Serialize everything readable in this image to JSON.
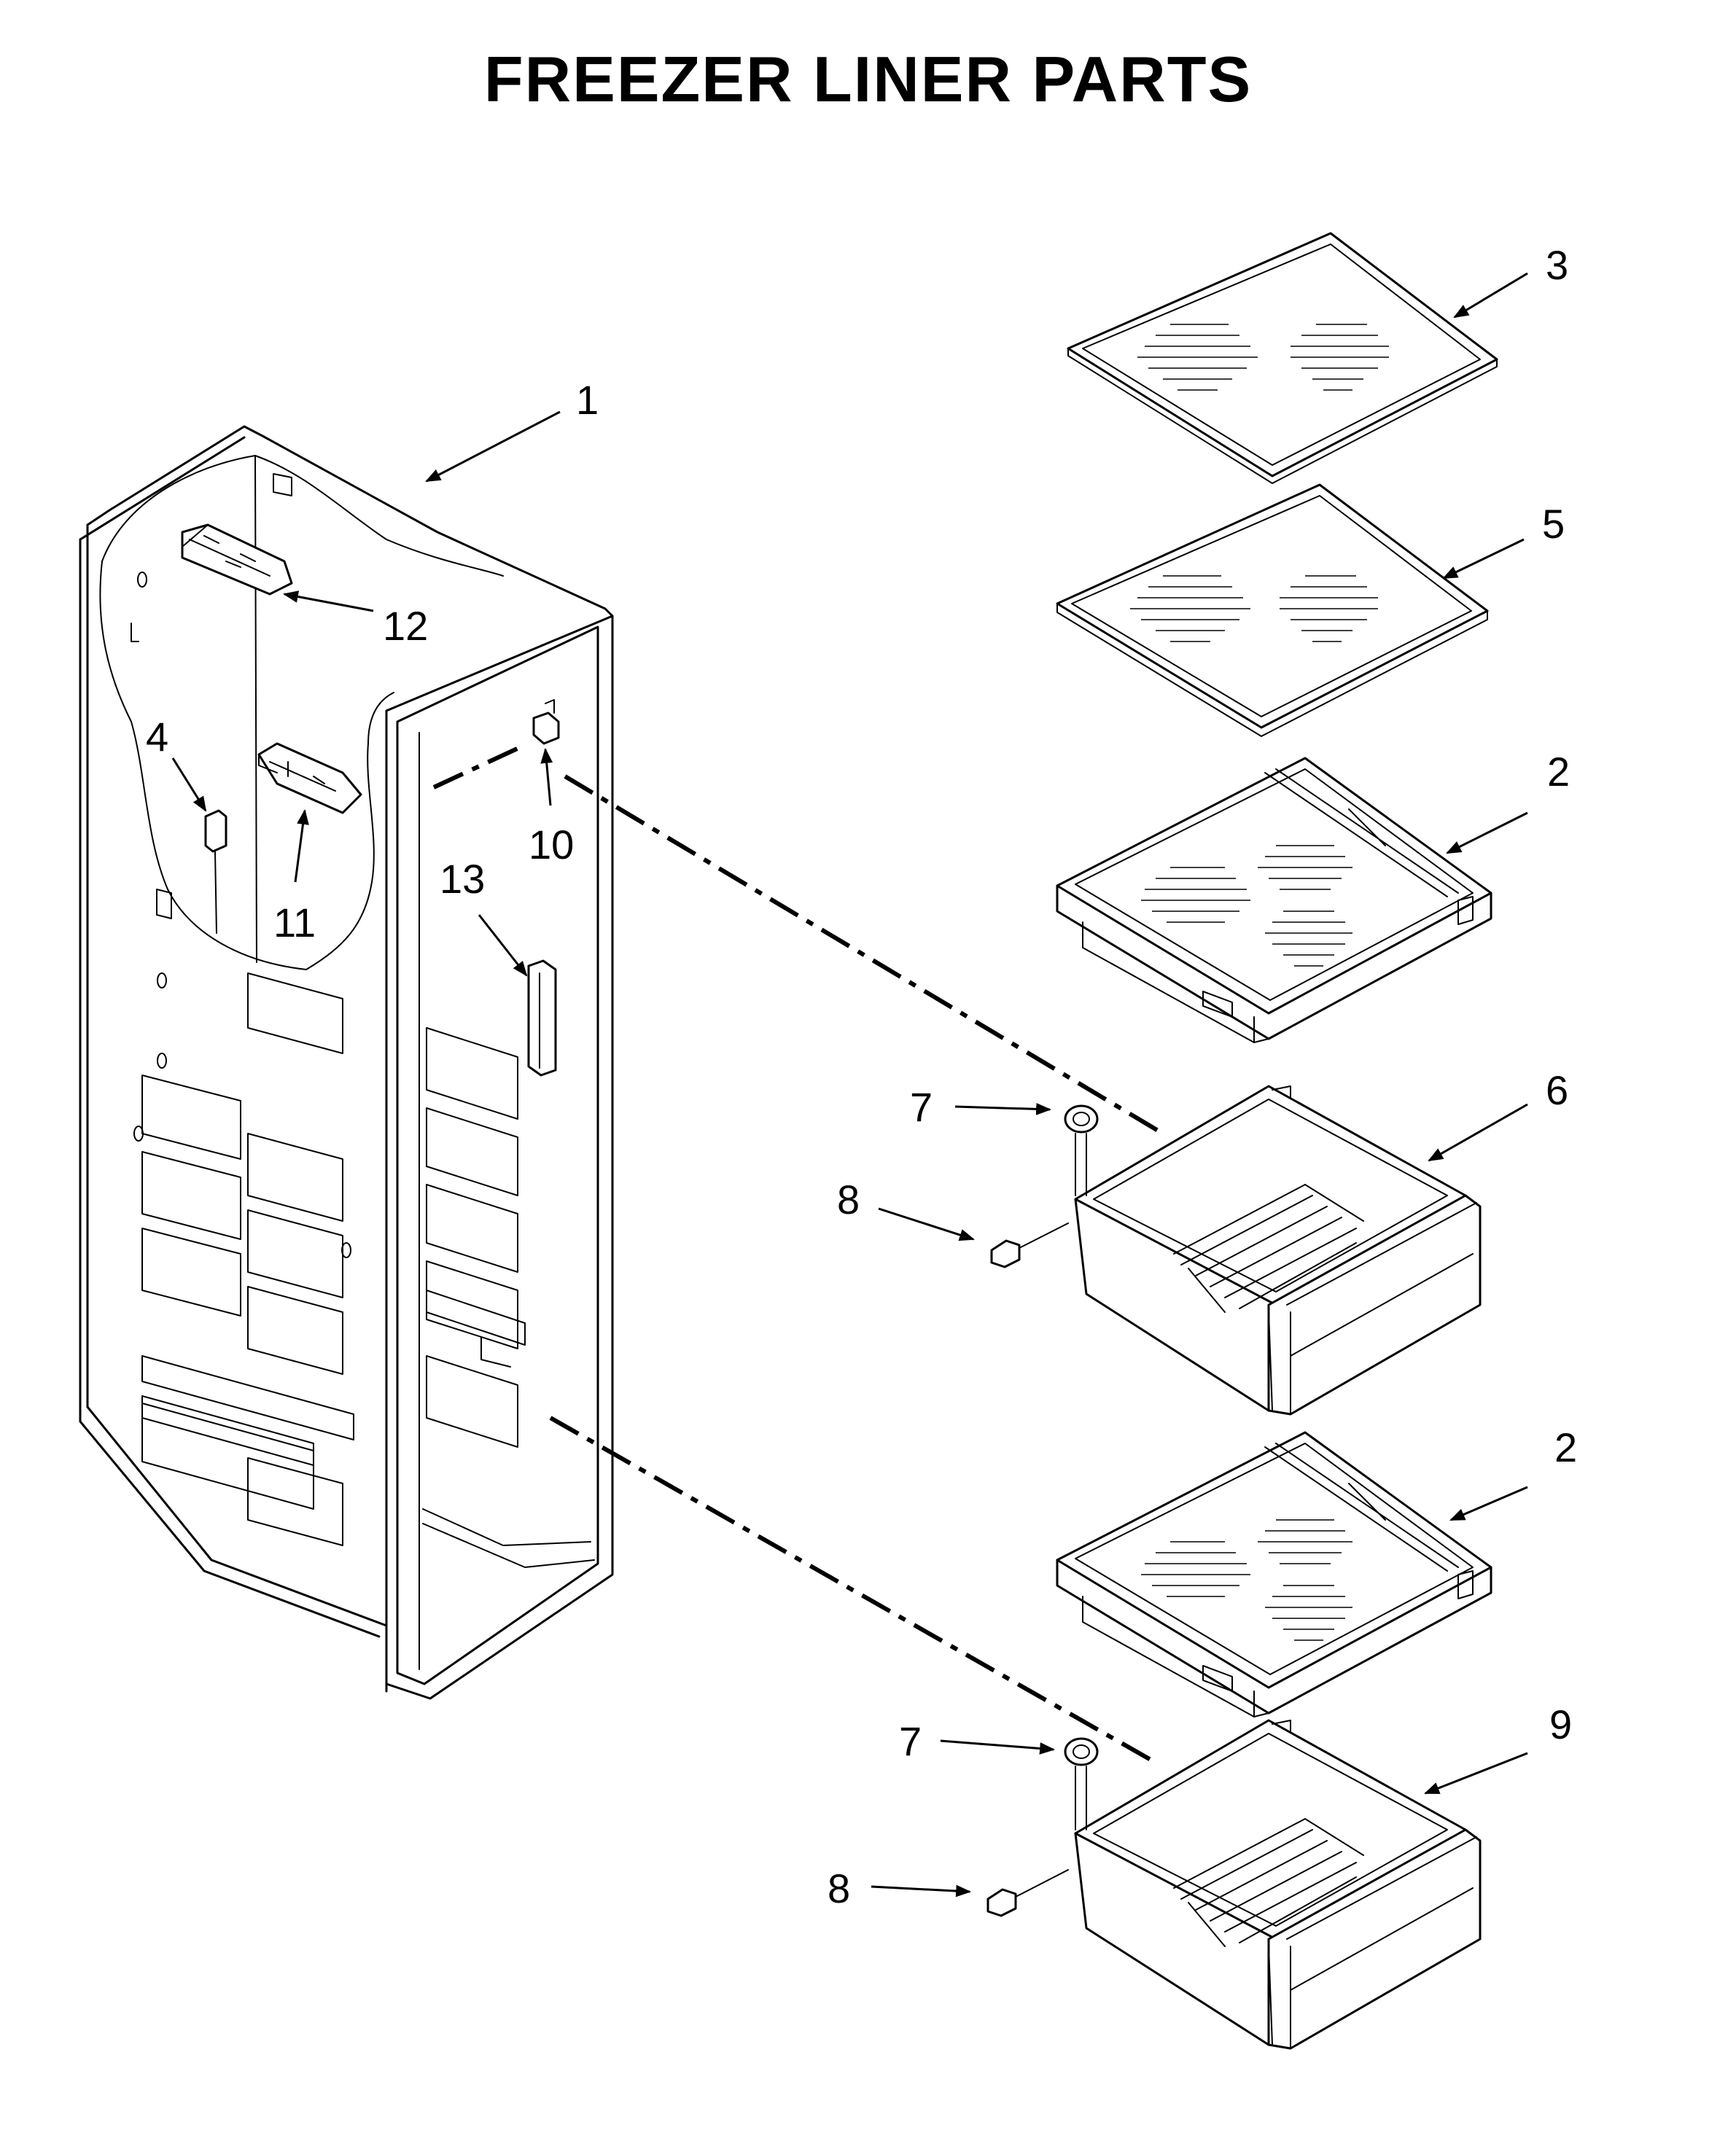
{
  "title": "FREEZER LINER PARTS",
  "callouts": [
    {
      "id": "c1",
      "label": "1"
    },
    {
      "id": "c2a",
      "label": "2"
    },
    {
      "id": "c2b",
      "label": "2"
    },
    {
      "id": "c3",
      "label": "3"
    },
    {
      "id": "c4",
      "label": "4"
    },
    {
      "id": "c5",
      "label": "5"
    },
    {
      "id": "c6",
      "label": "6"
    },
    {
      "id": "c7a",
      "label": "7"
    },
    {
      "id": "c7b",
      "label": "7"
    },
    {
      "id": "c8a",
      "label": "8"
    },
    {
      "id": "c8b",
      "label": "8"
    },
    {
      "id": "c9",
      "label": "9"
    },
    {
      "id": "c10",
      "label": "10"
    },
    {
      "id": "c11",
      "label": "11"
    },
    {
      "id": "c12",
      "label": "12"
    },
    {
      "id": "c13",
      "label": "13"
    }
  ]
}
